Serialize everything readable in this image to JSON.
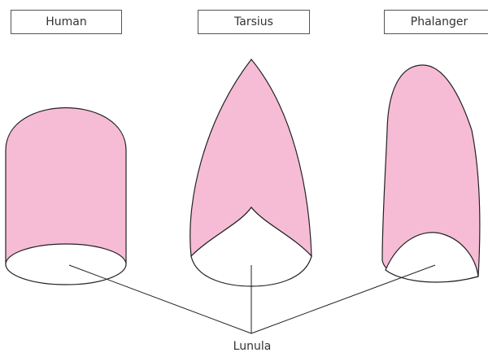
{
  "labels": {
    "human": "Human",
    "tarsius": "Tarsius",
    "phalanger": "Phalanger",
    "lunula": "Lunula"
  },
  "colors": {
    "nail_fill": "#f7bcd5",
    "outline": "#222222",
    "lunula_fill": "#ffffff"
  }
}
